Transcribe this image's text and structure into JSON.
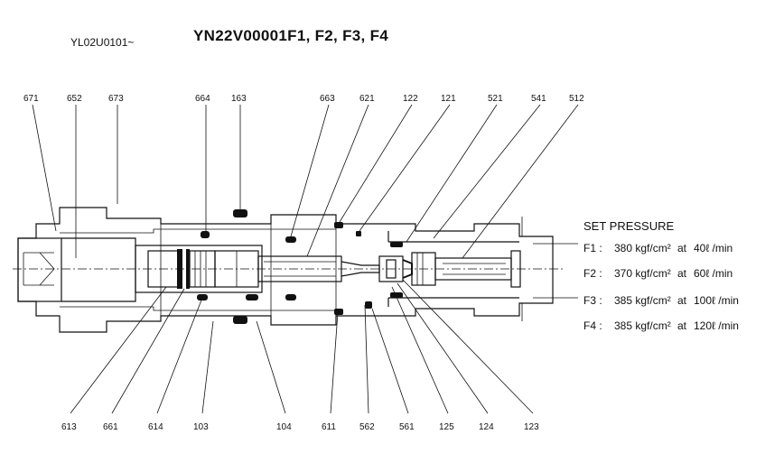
{
  "header": {
    "doc_code": "YL02U0101~",
    "model": "YN22V00001F1, F2, F3, F4"
  },
  "labels_top": [
    {
      "id": "671",
      "text": "671"
    },
    {
      "id": "652",
      "text": "652"
    },
    {
      "id": "673",
      "text": "673"
    },
    {
      "id": "664",
      "text": "664"
    },
    {
      "id": "163",
      "text": "163"
    },
    {
      "id": "663",
      "text": "663"
    },
    {
      "id": "621",
      "text": "621"
    },
    {
      "id": "122",
      "text": "122"
    },
    {
      "id": "121",
      "text": "121"
    },
    {
      "id": "521",
      "text": "521"
    },
    {
      "id": "541",
      "text": "541"
    },
    {
      "id": "512",
      "text": "512"
    }
  ],
  "labels_bottom": [
    {
      "id": "613",
      "text": "613"
    },
    {
      "id": "661",
      "text": "661"
    },
    {
      "id": "614",
      "text": "614"
    },
    {
      "id": "103",
      "text": "103"
    },
    {
      "id": "104",
      "text": "104"
    },
    {
      "id": "611",
      "text": "611"
    },
    {
      "id": "562",
      "text": "562"
    },
    {
      "id": "561",
      "text": "561"
    },
    {
      "id": "125",
      "text": "125"
    },
    {
      "id": "124",
      "text": "124"
    },
    {
      "id": "123",
      "text": "123"
    }
  ],
  "set_pressure": {
    "title": "SET PRESSURE",
    "rows": [
      {
        "label": "F1 :",
        "pressure": "380 kgf/cm²",
        "at": "at",
        "flow": "40ℓ /min"
      },
      {
        "label": "F2 :",
        "pressure": "370 kgf/cm²",
        "at": "at",
        "flow": "60ℓ /min"
      },
      {
        "label": "F3 :",
        "pressure": "385 kgf/cm²",
        "at": "at",
        "flow": "100ℓ /min"
      },
      {
        "label": "F4 :",
        "pressure": "385 kgf/cm²",
        "at": "at",
        "flow": "120ℓ /min"
      }
    ]
  }
}
